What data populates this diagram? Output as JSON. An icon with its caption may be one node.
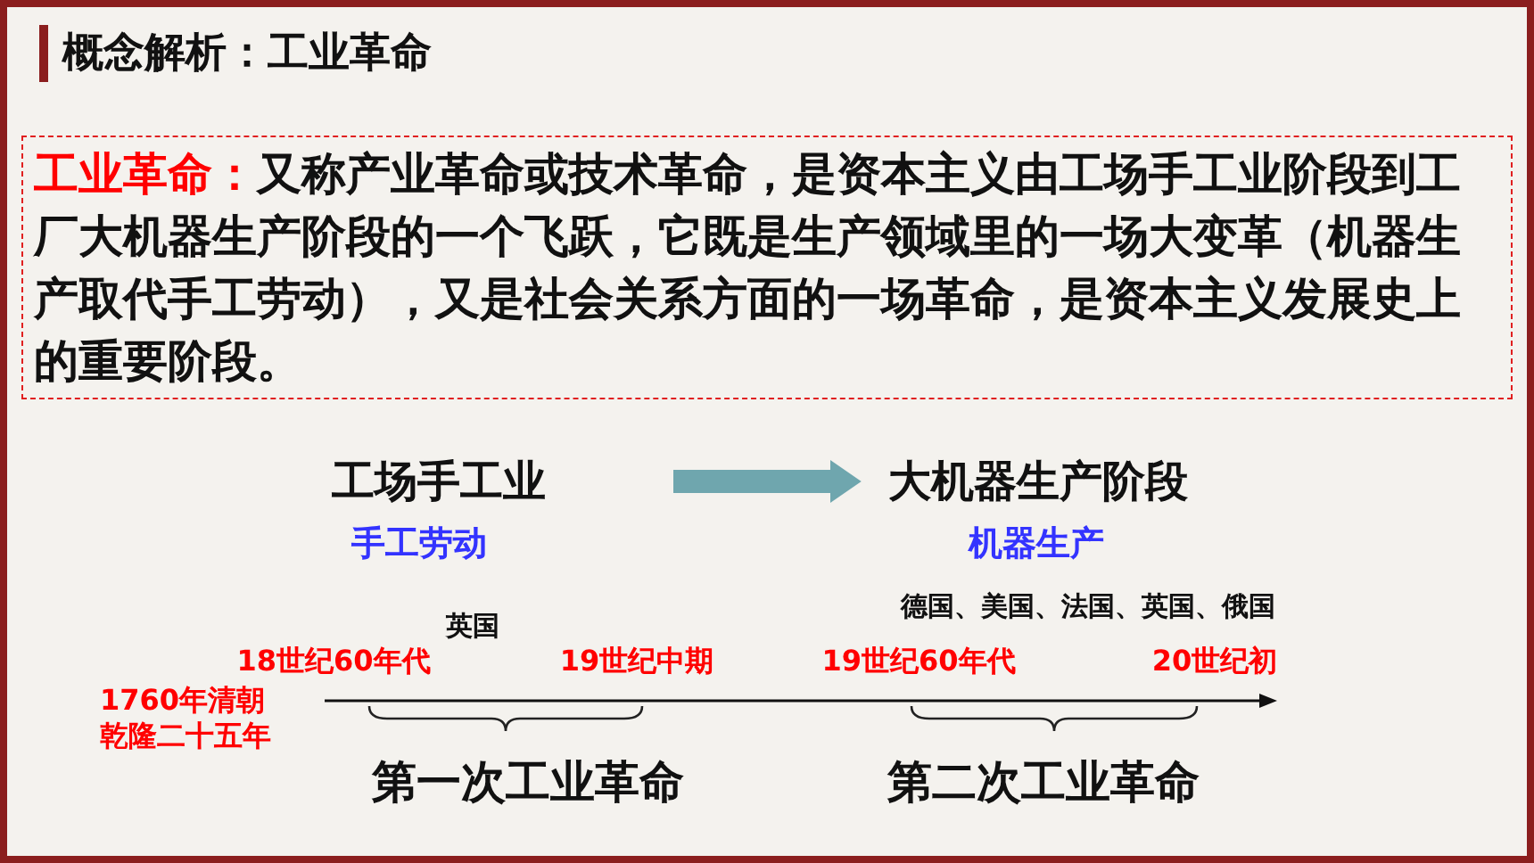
{
  "diagram": {
    "title": "概念解析：工业革命",
    "nodes": [
      {
        "text": [
          "工业革命：",
          "又称产业革命或技术革命，是资本主义由工场手工业阶段到工厂大机器生产阶段的一个飞跃，它既是生产领域里的一场大变革（机器生产取代手工劳动），又是社会关系方面的一场革命，是资本主义发展史上的重要阶段。"
        ]
      },
      {
        "text": [
          "工场手工业"
        ],
        "beside": [
          "手工劳动"
        ]
      },
      {
        "text": [
          "大机器生产阶段"
        ],
        "beside": [
          "机器生产"
        ]
      }
    ],
    "edges": [
      {
        "from": 1,
        "to": 2,
        "arrow": "to",
        "style": "thick",
        "color": "#6fa6ae"
      }
    ],
    "labels": [
      "英国",
      "18世纪60年代",
      "19世纪中期",
      "1760年清朝乾隆二十五年",
      "第一次工业革命",
      "德国、美国、法国、英国、俄国",
      "19世纪60年代",
      "20世纪初",
      "第二次工业革命"
    ]
  }
}
